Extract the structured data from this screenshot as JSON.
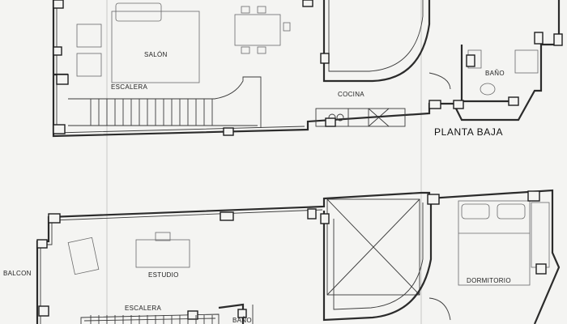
{
  "planta_baja": {
    "titulo": "PLANTA BAJA",
    "salon": "SALÓN",
    "escalera": "ESCALERA",
    "cocina": "COCINA",
    "bano": "BAÑO"
  },
  "planta_alta": {
    "balcon": "BALCON",
    "estudio": "ESTUDIO",
    "escalera": "ESCALERA",
    "bano": "BAÑO",
    "dormitorio": "DORMITORIO"
  },
  "colors": {
    "line": "#2b2b2b",
    "paper": "#f4f4f2"
  }
}
